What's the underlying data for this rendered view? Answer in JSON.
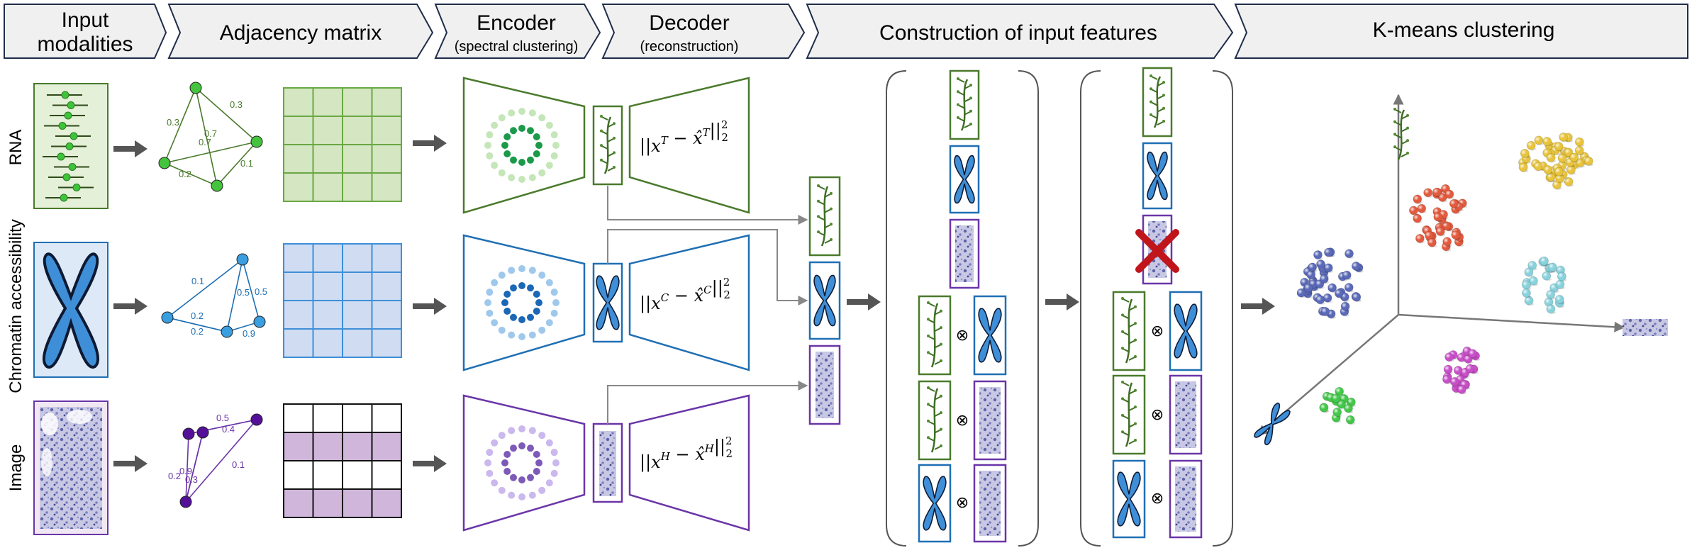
{
  "stages": [
    {
      "title": "Input",
      "title2": "modalities"
    },
    {
      "title": "Adjacency matrix"
    },
    {
      "title": "Encoder",
      "subtitle": "(spectral clustering)"
    },
    {
      "title": "Decoder",
      "subtitle": "(reconstruction)"
    },
    {
      "title": "Construction of input features"
    },
    {
      "title": "K-means clustering"
    }
  ],
  "modalities": [
    {
      "label": "RNA",
      "color": "#4a7a2c",
      "light": "#e4f0d8",
      "node": "#44c43c",
      "edges": [
        "0.3",
        "0.3",
        "0.7",
        "0.2",
        "0.1",
        "0.7"
      ]
    },
    {
      "label": "Chromatin accessibility",
      "color": "#1f6fb4",
      "light": "#dde9f6",
      "node": "#3a9fe0",
      "edges": [
        "0.1",
        "0.5",
        "0.5",
        "0.2",
        "0.2",
        "0.9"
      ]
    },
    {
      "label": "Image",
      "color": "#6a35a8",
      "light": "#f1e7f3",
      "node": "#55109a",
      "edges": [
        "0.5",
        "0.4",
        "0.9",
        "0.1",
        "0.2",
        "0.3"
      ]
    }
  ],
  "losses": [
    {
      "sup": "T"
    },
    {
      "sup": "C"
    },
    {
      "sup": "H"
    }
  ],
  "symbols": {
    "tensor": "⊗",
    "norm_sub": "2",
    "norm_sup": "2"
  },
  "colors": {
    "header_fill": "#f0f0f0",
    "arrow": "#555555",
    "cross": "#c0151b",
    "clusters": [
      "#5a69b8",
      "#e35a3e",
      "#e8c43c",
      "#88d2dc",
      "#c84fc8",
      "#43c84a"
    ]
  }
}
